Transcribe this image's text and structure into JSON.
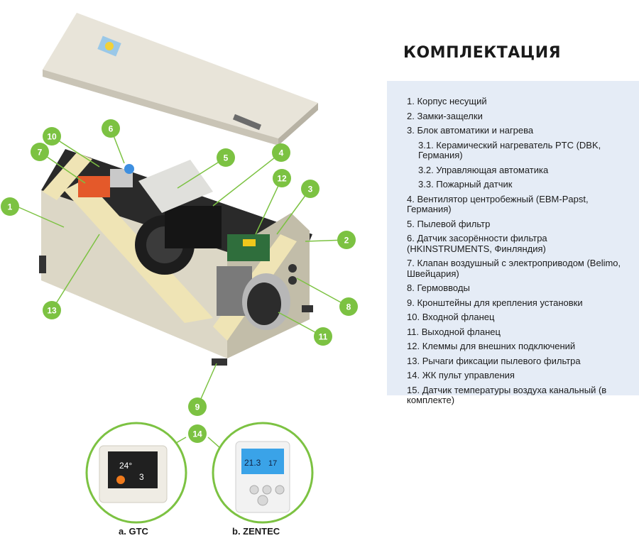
{
  "header": {
    "title": "КОМПЛЕКТАЦИЯ"
  },
  "components": [
    {
      "id": "1",
      "label": "Корпус несущий",
      "num": "1."
    },
    {
      "id": "2",
      "label": "Замки-защелки",
      "num": "2."
    },
    {
      "id": "3",
      "label": "Блок автоматики и нагрева",
      "num": "3."
    },
    {
      "id": "3.1",
      "label": "Керамический нагреватель PTC (DBK, Германия)",
      "num": "3.1."
    },
    {
      "id": "3.2",
      "label": "Управляющая автоматика",
      "num": "3.2."
    },
    {
      "id": "3.3",
      "label": "Пожарный датчик",
      "num": "3.3."
    },
    {
      "id": "4",
      "label": "Вентилятор центробежный (EBM-Papst, Германия)",
      "num": "4."
    },
    {
      "id": "5",
      "label": "Пылевой фильтр",
      "num": "5."
    },
    {
      "id": "6",
      "label": "Датчик засорённости фильтра (HKINSTRUMENTS, Финляндия)",
      "num": "6."
    },
    {
      "id": "7",
      "label": "Клапан воздушный с электроприводом (Belimo, Швейцария)",
      "num": "7."
    },
    {
      "id": "8",
      "label": "Гермовводы",
      "num": "8."
    },
    {
      "id": "9",
      "label": "Кронштейны для крепления установки",
      "num": "9."
    },
    {
      "id": "10",
      "label": "Входной фланец",
      "num": "10."
    },
    {
      "id": "11",
      "label": "Выходной фланец",
      "num": "11."
    },
    {
      "id": "12",
      "label": "Клеммы для внешних подключений",
      "num": "12."
    },
    {
      "id": "13",
      "label": "Рычаги фиксации пылевого фильтра",
      "num": "13."
    },
    {
      "id": "14",
      "label": "ЖК пульт управления",
      "num": "14."
    },
    {
      "id": "15",
      "label": "Датчик температуры воздуха канальный (в комплекте)",
      "num": "15."
    }
  ],
  "callouts": [
    "1",
    "2",
    "3",
    "4",
    "5",
    "6",
    "7",
    "8",
    "9",
    "10",
    "11",
    "12",
    "13",
    "14"
  ],
  "controllers": [
    {
      "caption": "a. GTC",
      "screen_temp": "24°",
      "screen_value": "3"
    },
    {
      "caption": "b. ZENTEC",
      "screen_temp": "21.3",
      "screen_value": "17"
    }
  ],
  "colors": {
    "callout_green": "#7cc242",
    "panel_bg": "#e5ecf6",
    "title": "#1a1a1a"
  }
}
